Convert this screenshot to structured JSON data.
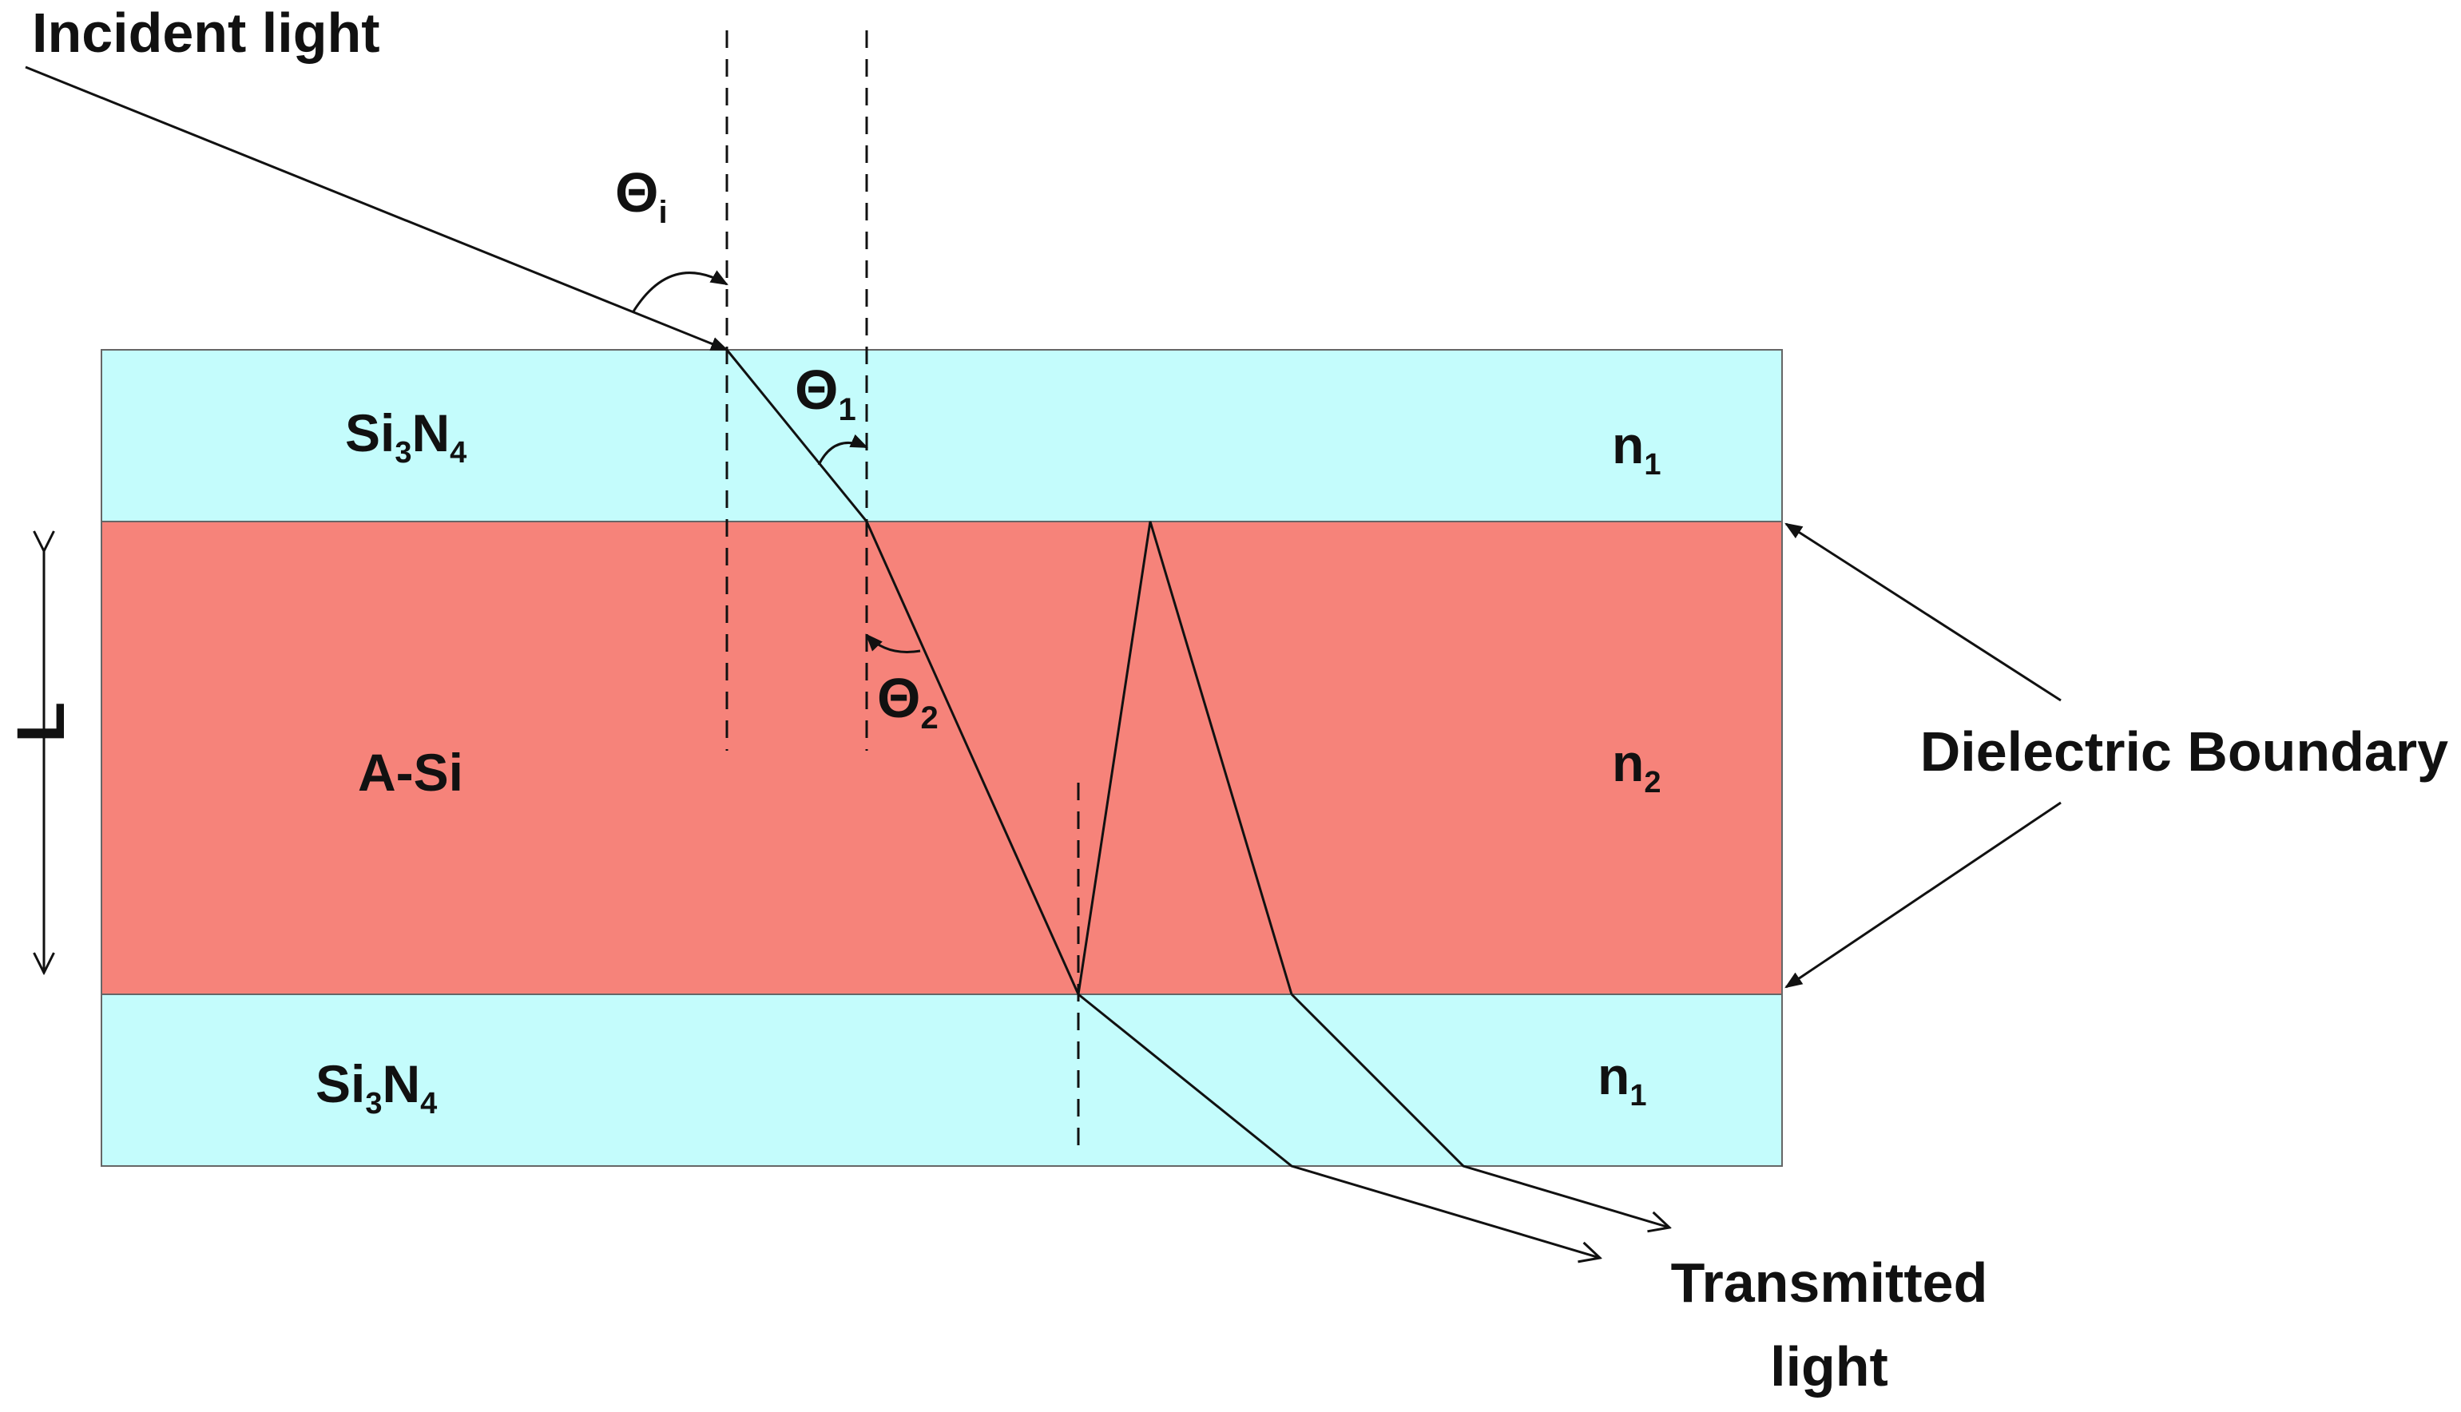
{
  "labels": {
    "incident": "Incident light",
    "theta_i": {
      "base": "Θ",
      "sub": "i"
    },
    "theta_1": {
      "base": "Θ",
      "sub": "1"
    },
    "theta_2": {
      "base": "Θ",
      "sub": "2"
    },
    "top_layer": {
      "a": "Si",
      "sub_a": "3",
      "b": "N",
      "sub_b": "4"
    },
    "bottom_layer": {
      "a": "Si",
      "sub_a": "3",
      "b": "N",
      "sub_b": "4"
    },
    "middle_layer": "A-Si",
    "n_top": {
      "base": "n",
      "sub": "1"
    },
    "n_middle": {
      "base": "n",
      "sub": "2"
    },
    "n_bottom": {
      "base": "n",
      "sub": "1"
    },
    "thickness": "L",
    "boundary": "Dielectric Boundary",
    "transmitted_line1": "Transmitted",
    "transmitted_line2": "light"
  },
  "colors": {
    "cladding": "#c4fcfc",
    "core": "#f6837a",
    "ink": "#111111"
  }
}
